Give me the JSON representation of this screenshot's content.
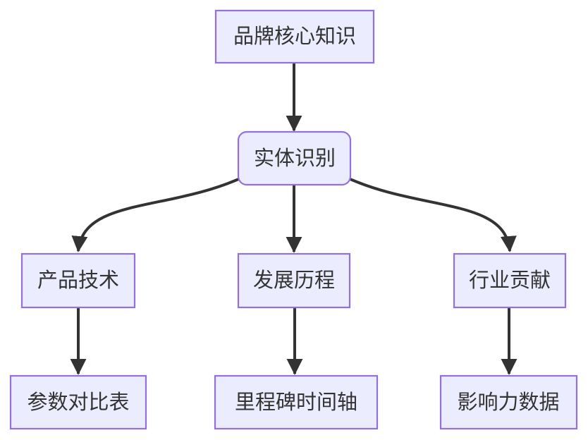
{
  "diagram": {
    "type": "flowchart-top-down",
    "colors": {
      "node_fill": "#ECECFF",
      "node_border": "#9370DB",
      "edge_stroke": "#333333",
      "text": "#333333",
      "background": "#FFFFFF"
    },
    "nodes": [
      {
        "id": "brand-core-knowledge",
        "label": "品牌核心知识",
        "shape": "rectangle"
      },
      {
        "id": "entity-recognition",
        "label": "实体识别",
        "shape": "rounded-rectangle"
      },
      {
        "id": "product-technology",
        "label": "产品技术",
        "shape": "rectangle"
      },
      {
        "id": "development-history",
        "label": "发展历程",
        "shape": "rectangle"
      },
      {
        "id": "industry-contribution",
        "label": "行业贡献",
        "shape": "rectangle"
      },
      {
        "id": "parameter-comparison-table",
        "label": "参数对比表",
        "shape": "rectangle"
      },
      {
        "id": "milestone-timeline",
        "label": "里程碑时间轴",
        "shape": "rectangle"
      },
      {
        "id": "impact-data",
        "label": "影响力数据",
        "shape": "rectangle"
      }
    ],
    "edges": [
      {
        "from": "品牌核心知识",
        "to": "实体识别",
        "style": "arrow"
      },
      {
        "from": "实体识别",
        "to": "产品技术",
        "style": "arrow-curved"
      },
      {
        "from": "实体识别",
        "to": "发展历程",
        "style": "arrow"
      },
      {
        "from": "实体识别",
        "to": "行业贡献",
        "style": "arrow-curved"
      },
      {
        "from": "产品技术",
        "to": "参数对比表",
        "style": "arrow"
      },
      {
        "from": "发展历程",
        "to": "里程碑时间轴",
        "style": "arrow"
      },
      {
        "from": "行业贡献",
        "to": "影响力数据",
        "style": "arrow"
      }
    ]
  }
}
